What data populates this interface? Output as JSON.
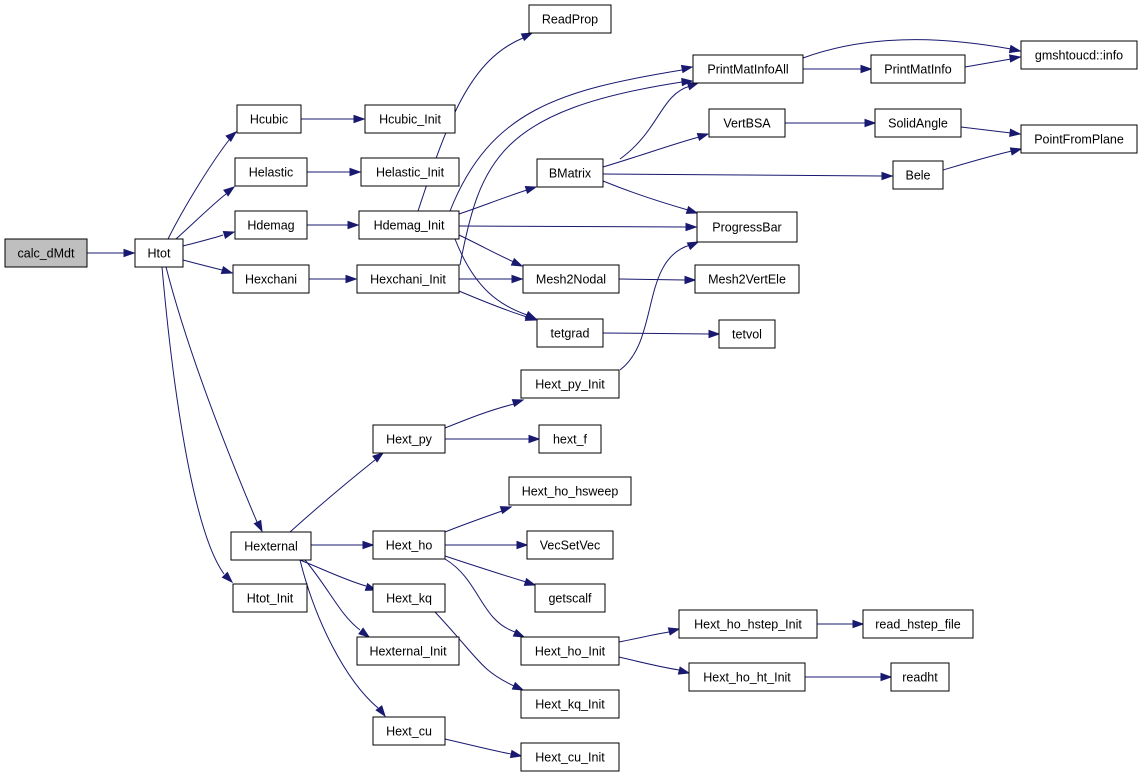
{
  "diagram": {
    "edge_color": "#191970",
    "root_fill": "#bfbfbf",
    "nodes": [
      {
        "id": "calc_dMdt",
        "label": "calc_dMdt",
        "root": true
      },
      {
        "id": "Htot",
        "label": "Htot"
      },
      {
        "id": "Hcubic",
        "label": "Hcubic"
      },
      {
        "id": "Helastic",
        "label": "Helastic"
      },
      {
        "id": "Hdemag",
        "label": "Hdemag"
      },
      {
        "id": "Hexchani",
        "label": "Hexchani"
      },
      {
        "id": "Hexternal",
        "label": "Hexternal"
      },
      {
        "id": "Htot_Init",
        "label": "Htot_Init"
      },
      {
        "id": "Hcubic_Init",
        "label": "Hcubic_Init"
      },
      {
        "id": "Helastic_Init",
        "label": "Helastic_Init"
      },
      {
        "id": "Hdemag_Init",
        "label": "Hdemag_Init"
      },
      {
        "id": "Hexchani_Init",
        "label": "Hexchani_Init"
      },
      {
        "id": "Hext_py",
        "label": "Hext_py"
      },
      {
        "id": "Hext_ho",
        "label": "Hext_ho"
      },
      {
        "id": "Hext_kq",
        "label": "Hext_kq"
      },
      {
        "id": "Hexternal_Init",
        "label": "Hexternal_Init"
      },
      {
        "id": "Hext_cu",
        "label": "Hext_cu"
      },
      {
        "id": "ReadProp",
        "label": "ReadProp"
      },
      {
        "id": "BMatrix",
        "label": "BMatrix"
      },
      {
        "id": "Mesh2Nodal",
        "label": "Mesh2Nodal"
      },
      {
        "id": "tetgrad",
        "label": "tetgrad"
      },
      {
        "id": "Hext_py_Init",
        "label": "Hext_py_Init"
      },
      {
        "id": "hext_f",
        "label": "hext_f"
      },
      {
        "id": "Hext_ho_hsweep",
        "label": "Hext_ho_hsweep"
      },
      {
        "id": "VecSetVec",
        "label": "VecSetVec"
      },
      {
        "id": "getscalf",
        "label": "getscalf"
      },
      {
        "id": "Hext_ho_Init",
        "label": "Hext_ho_Init"
      },
      {
        "id": "Hext_kq_Init",
        "label": "Hext_kq_Init"
      },
      {
        "id": "Hext_cu_Init",
        "label": "Hext_cu_Init"
      },
      {
        "id": "PrintMatInfoAll",
        "label": "PrintMatInfoAll"
      },
      {
        "id": "VertBSA",
        "label": "VertBSA"
      },
      {
        "id": "ProgressBar",
        "label": "ProgressBar"
      },
      {
        "id": "Mesh2VertEle",
        "label": "Mesh2VertEle"
      },
      {
        "id": "tetvol",
        "label": "tetvol"
      },
      {
        "id": "Hext_ho_hstep_Init",
        "label": "Hext_ho_hstep_Init"
      },
      {
        "id": "Hext_ho_ht_Init",
        "label": "Hext_ho_ht_Init"
      },
      {
        "id": "PrintMatInfo",
        "label": "PrintMatInfo"
      },
      {
        "id": "SolidAngle",
        "label": "SolidAngle"
      },
      {
        "id": "Bele",
        "label": "Bele"
      },
      {
        "id": "read_hstep_file",
        "label": "read_hstep_file"
      },
      {
        "id": "readht",
        "label": "readht"
      },
      {
        "id": "gmshtoucd_info",
        "label": "gmshtoucd::info"
      },
      {
        "id": "PointFromPlane",
        "label": "PointFromPlane"
      }
    ],
    "edges": [
      [
        "calc_dMdt",
        "Htot"
      ],
      [
        "Htot",
        "Hcubic"
      ],
      [
        "Htot",
        "Helastic"
      ],
      [
        "Htot",
        "Hdemag"
      ],
      [
        "Htot",
        "Hexchani"
      ],
      [
        "Htot",
        "Hexternal"
      ],
      [
        "Htot",
        "Htot_Init"
      ],
      [
        "Hcubic",
        "Hcubic_Init"
      ],
      [
        "Helastic",
        "Helastic_Init"
      ],
      [
        "Hdemag",
        "Hdemag_Init"
      ],
      [
        "Hexchani",
        "Hexchani_Init"
      ],
      [
        "Hdemag_Init",
        "ReadProp"
      ],
      [
        "Hdemag_Init",
        "PrintMatInfoAll"
      ],
      [
        "Hdemag_Init",
        "BMatrix"
      ],
      [
        "Hdemag_Init",
        "ProgressBar"
      ],
      [
        "Hdemag_Init",
        "Mesh2Nodal"
      ],
      [
        "Hdemag_Init",
        "tetgrad"
      ],
      [
        "Hexchani_Init",
        "PrintMatInfoAll"
      ],
      [
        "Hexchani_Init",
        "Mesh2Nodal"
      ],
      [
        "Hexchani_Init",
        "tetgrad"
      ],
      [
        "BMatrix",
        "PrintMatInfoAll"
      ],
      [
        "BMatrix",
        "VertBSA"
      ],
      [
        "BMatrix",
        "Bele"
      ],
      [
        "BMatrix",
        "ProgressBar"
      ],
      [
        "PrintMatInfoAll",
        "gmshtoucd_info"
      ],
      [
        "PrintMatInfoAll",
        "PrintMatInfo"
      ],
      [
        "PrintMatInfo",
        "gmshtoucd_info"
      ],
      [
        "VertBSA",
        "SolidAngle"
      ],
      [
        "SolidAngle",
        "PointFromPlane"
      ],
      [
        "Bele",
        "PointFromPlane"
      ],
      [
        "Mesh2Nodal",
        "Mesh2VertEle"
      ],
      [
        "tetgrad",
        "tetvol"
      ],
      [
        "Hext_py_Init",
        "ProgressBar"
      ],
      [
        "Hexternal",
        "Hext_py"
      ],
      [
        "Hexternal",
        "Hext_ho"
      ],
      [
        "Hexternal",
        "Hext_kq"
      ],
      [
        "Hexternal",
        "Hexternal_Init"
      ],
      [
        "Hexternal",
        "Hext_cu"
      ],
      [
        "Hext_py",
        "Hext_py_Init"
      ],
      [
        "Hext_py",
        "hext_f"
      ],
      [
        "Hext_ho",
        "Hext_ho_hsweep"
      ],
      [
        "Hext_ho",
        "VecSetVec"
      ],
      [
        "Hext_ho",
        "getscalf"
      ],
      [
        "Hext_ho",
        "Hext_ho_Init"
      ],
      [
        "Hext_ho_Init",
        "Hext_ho_hstep_Init"
      ],
      [
        "Hext_ho_Init",
        "Hext_ho_ht_Init"
      ],
      [
        "Hext_ho_hstep_Init",
        "read_hstep_file"
      ],
      [
        "Hext_ho_ht_Init",
        "readht"
      ],
      [
        "Hext_kq",
        "Hext_kq_Init"
      ],
      [
        "Hext_cu",
        "Hext_cu_Init"
      ]
    ]
  }
}
